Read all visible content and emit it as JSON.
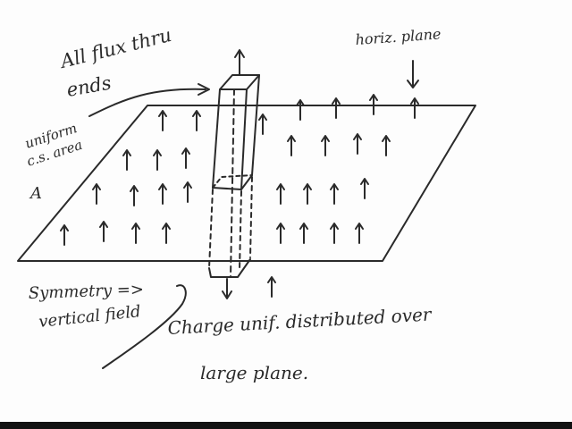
{
  "labels": {
    "all_flux": "All flux thru",
    "ends": "ends",
    "horiz_plane": "horiz. plane",
    "uniform": "uniform",
    "cs_area": "c.s. area",
    "area_symbol": "A",
    "symmetry": "Symmetry =>",
    "vertical_field": "vertical field",
    "charge_line1": "Charge unif. distributed over",
    "charge_line2": "large plane."
  },
  "colors": {
    "ink": "#2a2a2a",
    "paper": "#fdfdfd"
  }
}
